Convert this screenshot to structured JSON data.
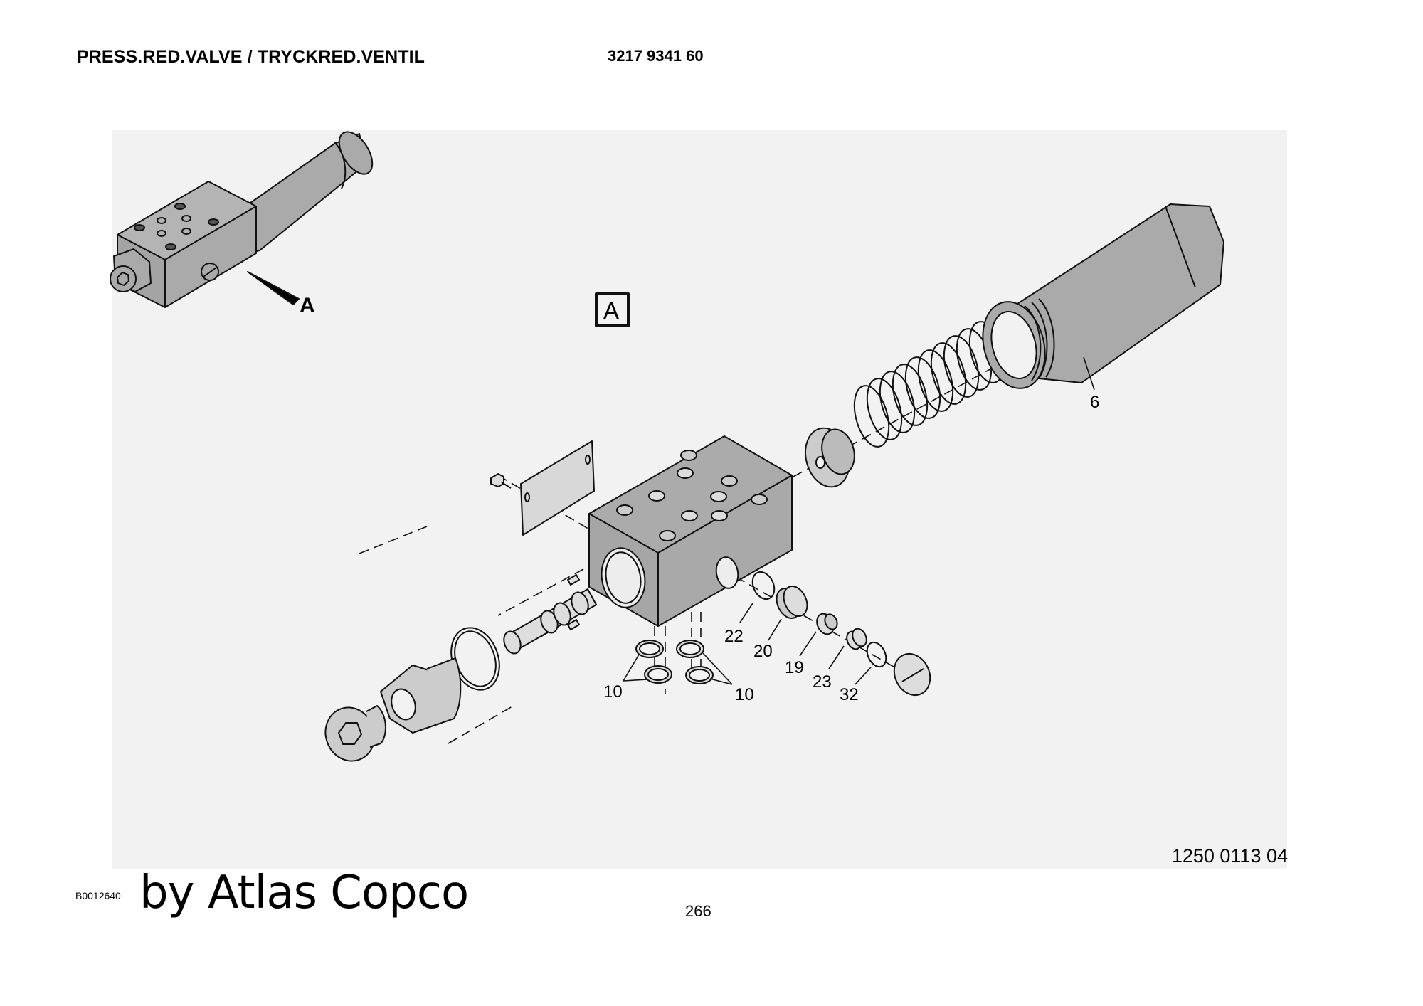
{
  "header": {
    "title": "PRESS.RED.VALVE / TRYCKRED.VENTIL",
    "part_number": "3217 9341 60"
  },
  "drawing": {
    "view_marker": "A",
    "view_box_label": "A",
    "drawing_number": "1250 0113 04",
    "callouts": [
      {
        "id": "6"
      },
      {
        "id": "22"
      },
      {
        "id": "20"
      },
      {
        "id": "19"
      },
      {
        "id": "23"
      },
      {
        "id": "32"
      },
      {
        "id": "10"
      },
      {
        "id": "10"
      }
    ],
    "colors": {
      "panel": "#f2f2f2",
      "part_fill": "#aaaaaa",
      "part_light": "#d6d6d6",
      "line": "#111111"
    }
  },
  "footer": {
    "doc_id": "B0012640",
    "brand": "by Atlas Copco",
    "page_number": "266"
  }
}
